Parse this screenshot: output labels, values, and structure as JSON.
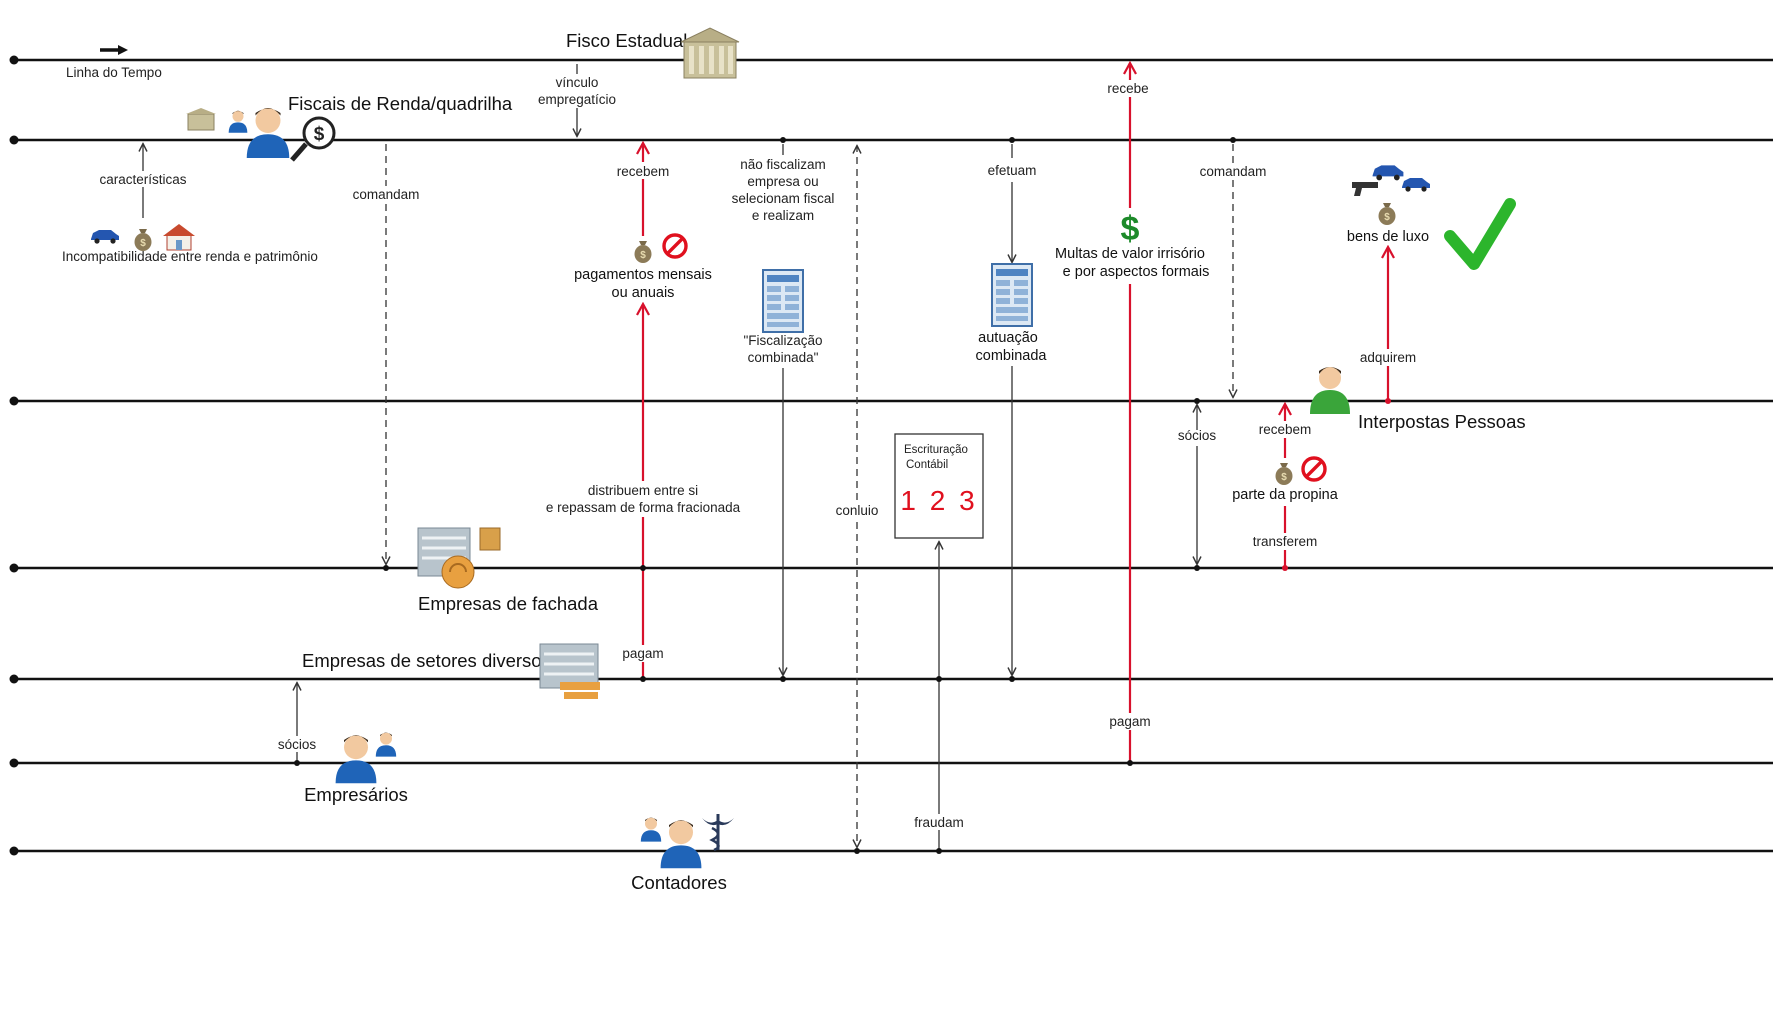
{
  "colors": {
    "lane": "#111111",
    "accent_red": "#d8112c",
    "person_blue": "#1f64b8",
    "person_green": "#3aa53a",
    "money_green": "#1d8a2a",
    "check_green": "#2cb52c"
  },
  "legend": {
    "timeline_label": "Linha do Tempo"
  },
  "lanes": {
    "fisco": "Fisco Estadual",
    "fiscais": "Fiscais de Renda/quadrilha",
    "interpostas": "Interpostas Pessoas",
    "fachada": "Empresas de fachada",
    "diversos": "Empresas de setores diversos",
    "empresarios": "Empresários",
    "contadores": "Contadores"
  },
  "labels": {
    "vinculo_1": "vínculo",
    "vinculo_2": "empregatício",
    "caracteristicas": "características",
    "incompatibilidade": "Incompatibilidade entre renda e patrimônio",
    "comandam_1": "comandam",
    "recebem_1": "recebem",
    "pagamentos_1": "pagamentos mensais",
    "pagamentos_2": "ou anuais",
    "naofisc_1": "não fiscalizam",
    "naofisc_2": "empresa ou",
    "naofisc_3": "selecionam fiscal",
    "naofisc_4": "e realizam",
    "fisc_comb_1": "\"Fiscalização",
    "fisc_comb_2": "combinada\"",
    "efetuam": "efetuam",
    "autuacao_1": "autuação",
    "autuacao_2": "combinada",
    "recebe": "recebe",
    "multas_1": "Multas de valor irrisório",
    "multas_2": "e por aspectos formais",
    "comandam_2": "comandam",
    "bens": "bens de luxo",
    "adquirem": "adquirem",
    "socios_1": "sócios",
    "recebem_2": "recebem",
    "propina": "parte da propina",
    "transferem": "transferem",
    "distribuem_1": "distribuem entre si",
    "distribuem_2": "e repassam de forma fracionada",
    "conluio": "conluio",
    "escrit_1": "Escrituração",
    "escrit_2": "Contábil",
    "escrit_nums": "1 2 3",
    "pagam_1": "pagam",
    "pagam_2": "pagam",
    "socios_2": "sócios",
    "fraudam": "fraudam"
  }
}
